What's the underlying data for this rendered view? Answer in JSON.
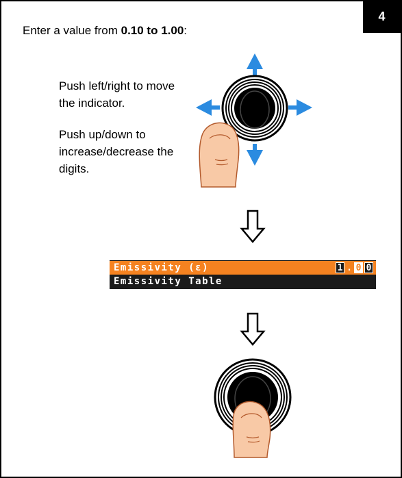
{
  "page": {
    "step_number": "4"
  },
  "intro": {
    "prefix": "Enter a value from ",
    "range": "0.10 to 1.00",
    "suffix": ":"
  },
  "instructions": {
    "left_right": "Push left/right to move the indicator.",
    "up_down": "Push up/down to increase/decrease the digits."
  },
  "lcd": {
    "row1_label": "Emissivity (ε)",
    "row2_label": "Emissivity Table",
    "digit_int": "1",
    "decimal_point": ".",
    "digit_tenths": "0",
    "digit_hundredths": "0"
  },
  "icons": {
    "joystick": "joystick-icon",
    "thumb": "thumb-icon",
    "arrow_up": "arrow-up-icon",
    "arrow_down": "arrow-down-icon",
    "arrow_left": "arrow-left-icon",
    "arrow_right": "arrow-right-icon",
    "flow_arrow": "down-arrow-icon"
  },
  "colors": {
    "arrow_blue": "#2b8be0",
    "lcd_highlight": "#f58220",
    "lcd_background": "#1b1b1b",
    "thumb_skin": "#f8c9a6",
    "thumb_outline": "#b35a2c"
  }
}
